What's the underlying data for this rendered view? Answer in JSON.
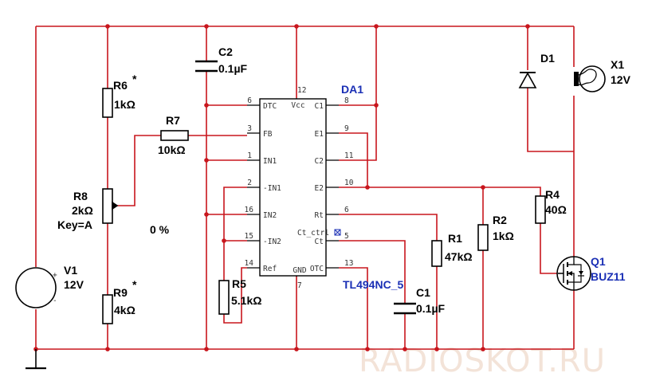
{
  "components": {
    "c2": {
      "ref": "C2",
      "value": "0.1µF"
    },
    "r6": {
      "ref": "R6",
      "mark": "*",
      "value": "1kΩ"
    },
    "r7": {
      "ref": "R7",
      "value": "10kΩ"
    },
    "r8": {
      "ref": "R8",
      "value": "2kΩ",
      "key": "Key=A",
      "setting": "0 %"
    },
    "r9": {
      "ref": "R9",
      "mark": "*",
      "value": "4kΩ"
    },
    "v1": {
      "ref": "V1",
      "value": "12V",
      "plus": "+",
      "minus": "-"
    },
    "r5": {
      "ref": "R5",
      "value": "5.1kΩ"
    },
    "d1": {
      "ref": "D1"
    },
    "x1": {
      "ref": "X1",
      "value": "12V"
    },
    "r4": {
      "ref": "R4",
      "value": "40Ω"
    },
    "r2": {
      "ref": "R2",
      "value": "1kΩ"
    },
    "r1": {
      "ref": "R1",
      "value": "47kΩ"
    },
    "c1": {
      "ref": "C1",
      "value": "0.1µF"
    },
    "q1": {
      "ref": "Q1",
      "value": "BUZ11"
    }
  },
  "ic": {
    "ref": "DA1",
    "part": "TL494NC_5",
    "left_pins": [
      {
        "num": "6",
        "name": "DTC"
      },
      {
        "num": "3",
        "name": "FB"
      },
      {
        "num": "1",
        "name": "IN1"
      },
      {
        "num": "2",
        "name": "-IN1"
      },
      {
        "num": "16",
        "name": "IN2"
      },
      {
        "num": "15",
        "name": "-IN2"
      },
      {
        "num": "14",
        "name": "Ref"
      }
    ],
    "right_pins": [
      {
        "num": "8",
        "name": "C1"
      },
      {
        "num": "9",
        "name": "E1"
      },
      {
        "num": "11",
        "name": "C2"
      },
      {
        "num": "10",
        "name": "E2"
      },
      {
        "num": "6",
        "name": "Rt"
      },
      {
        "num": "5",
        "name": "Ct"
      },
      {
        "num": "13",
        "name": "OTC"
      }
    ],
    "top_pin": {
      "num": "12",
      "name": "Vcc"
    },
    "bottom_pin": {
      "num": "7",
      "name": "GND"
    },
    "ct_ctrl": "Ct_ctrl"
  },
  "watermark": "RADIOSKOT.RU"
}
